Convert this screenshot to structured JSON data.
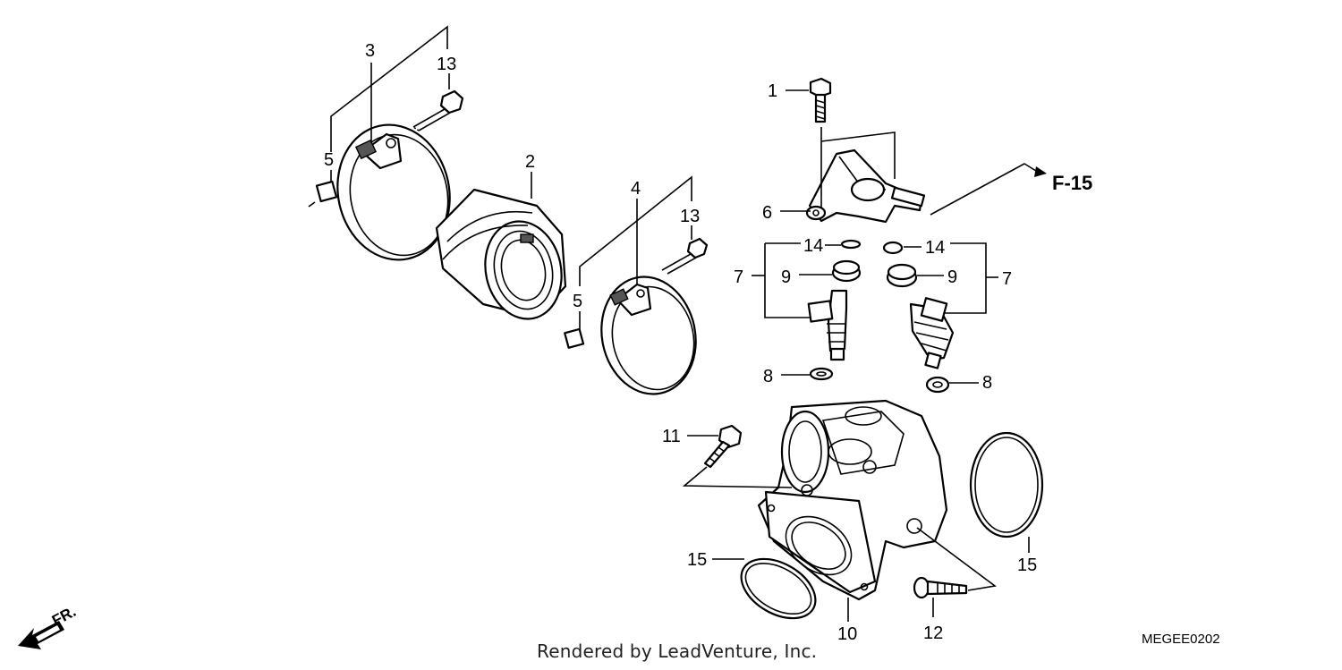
{
  "callouts": [
    {
      "id": "c1",
      "text": "1"
    },
    {
      "id": "c2",
      "text": "2"
    },
    {
      "id": "c3",
      "text": "3"
    },
    {
      "id": "c4",
      "text": "4"
    },
    {
      "id": "c5a",
      "text": "5"
    },
    {
      "id": "c5b",
      "text": "5"
    },
    {
      "id": "c6",
      "text": "6"
    },
    {
      "id": "c7a",
      "text": "7"
    },
    {
      "id": "c7b",
      "text": "7"
    },
    {
      "id": "c8a",
      "text": "8"
    },
    {
      "id": "c8b",
      "text": "8"
    },
    {
      "id": "c9a",
      "text": "9"
    },
    {
      "id": "c9b",
      "text": "9"
    },
    {
      "id": "c10",
      "text": "10"
    },
    {
      "id": "c11",
      "text": "11"
    },
    {
      "id": "c12",
      "text": "12"
    },
    {
      "id": "c13a",
      "text": "13"
    },
    {
      "id": "c13b",
      "text": "13"
    },
    {
      "id": "c14a",
      "text": "14"
    },
    {
      "id": "c14b",
      "text": "14"
    },
    {
      "id": "c15a",
      "text": "15"
    },
    {
      "id": "c15b",
      "text": "15"
    }
  ],
  "reference": "F-15",
  "direction_label": "FR.",
  "diagram_code": "MEGEE0202",
  "credit": "Rendered by LeadVenture, Inc."
}
